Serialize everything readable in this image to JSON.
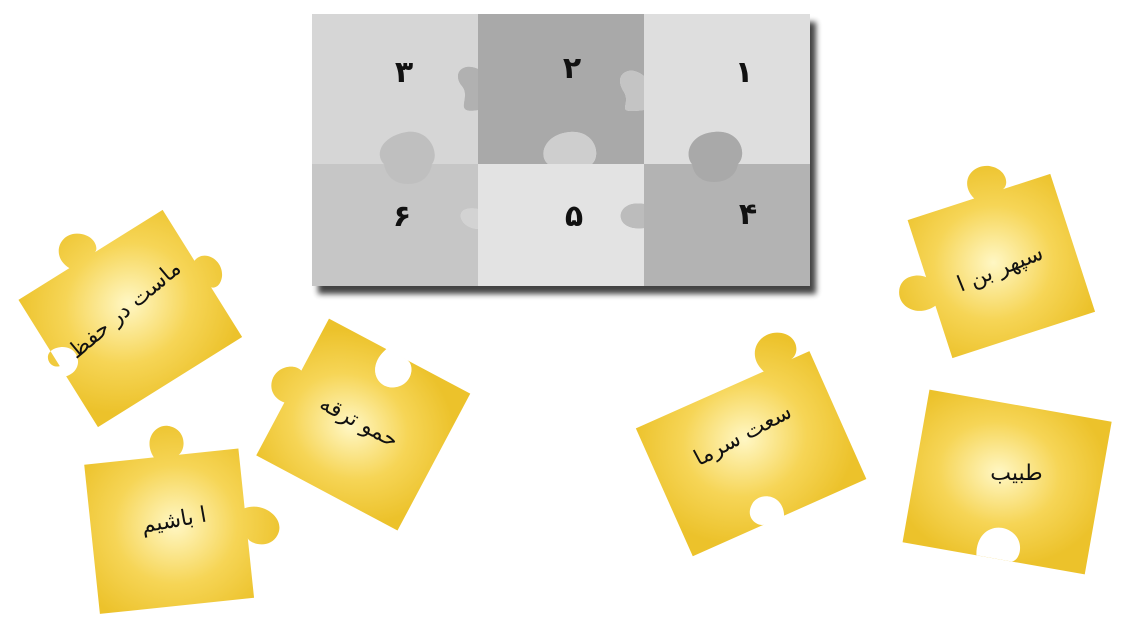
{
  "colors": {
    "board_light": "#dcdcdc",
    "board_mid": "#c4c4c4",
    "board_dark": "#a8a8a8",
    "piece_yellow": "#f3c93a",
    "piece_glow": "#fff3b0"
  },
  "board": {
    "slots": [
      {
        "number": "۱"
      },
      {
        "number": "۲"
      },
      {
        "number": "۳"
      },
      {
        "number": "۴"
      },
      {
        "number": "۵"
      },
      {
        "number": "۶"
      }
    ]
  },
  "pieces": [
    {
      "text": "ماست در حفظ"
    },
    {
      "text": "حمو ترقه"
    },
    {
      "text": "ا باشیم"
    },
    {
      "text": "سعت سرما"
    },
    {
      "text": "سپهر بن ا"
    },
    {
      "text": "طبیب"
    }
  ]
}
